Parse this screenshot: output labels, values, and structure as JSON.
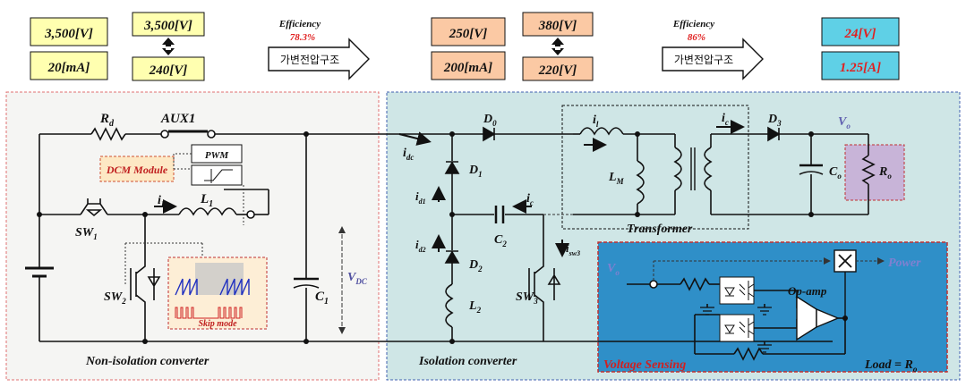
{
  "top_row": {
    "stage1_in_voltage": "3,500[V]",
    "stage1_in_current": "20[mA]",
    "stage1_range_high": "3,500[V]",
    "stage1_range_low": "240[V]",
    "arrow1_caption": "Efficiency",
    "arrow1_value": "78.3%",
    "arrow1_label": "가변전압구조",
    "stage2_voltage": "250[V]",
    "stage2_current": "200[mA]",
    "stage2_range_high": "380[V]",
    "stage2_range_low": "220[V]",
    "arrow2_caption": "Efficiency",
    "arrow2_value": "86%",
    "arrow2_label": "가변전압구조",
    "out_voltage": "24[V]",
    "out_current": "1.25[A]"
  },
  "non_isolation": {
    "title": "Non-isolation converter",
    "rd": "R",
    "rd_sub": "d",
    "aux": "AUX1",
    "dcm": "DCM Module",
    "pwm": "PWM",
    "il": "i",
    "il_sub": "L",
    "l1": "L",
    "l1_sub": "1",
    "sw1": "SW",
    "sw1_sub": "1",
    "sw2": "SW",
    "sw2_sub": "2",
    "skip": "Skip mode",
    "c1": "C",
    "c1_sub": "1",
    "vdc": "V",
    "vdc_sub": "DC"
  },
  "isolation": {
    "title": "Isolation converter",
    "d0": "D",
    "d0_sub": "0",
    "idc": "i",
    "idc_sub": "dc",
    "d1": "D",
    "d1_sub": "1",
    "id1": "i",
    "id1_sub": "d1",
    "id2": "i",
    "id2_sub": "d2",
    "c2": "C",
    "c2_sub": "2",
    "ic_mid": "i",
    "ic_mid_sub": "c",
    "d2": "D",
    "d2_sub": "2",
    "l2": "L",
    "l2_sub": "2",
    "sw3": "SW",
    "sw3_sub": "3",
    "isw3": "i",
    "isw3_sub": "sw3",
    "il_t": "i",
    "il_t_sub": "l",
    "ic_t": "i",
    "ic_t_sub": "c",
    "lm": "L",
    "lm_sub": "M",
    "transformer": "Transformer",
    "d3": "D",
    "d3_sub": "3",
    "vo": "V",
    "vo_sub": "o",
    "co": "C",
    "co_sub": "o",
    "ro": "R",
    "ro_sub": "o"
  },
  "sensing": {
    "vo": "V",
    "vo_sub": "o",
    "power": "Power",
    "opamp": "Op-amp",
    "title": "Voltage Sensing",
    "load": "Load = R",
    "load_sub": "o"
  }
}
